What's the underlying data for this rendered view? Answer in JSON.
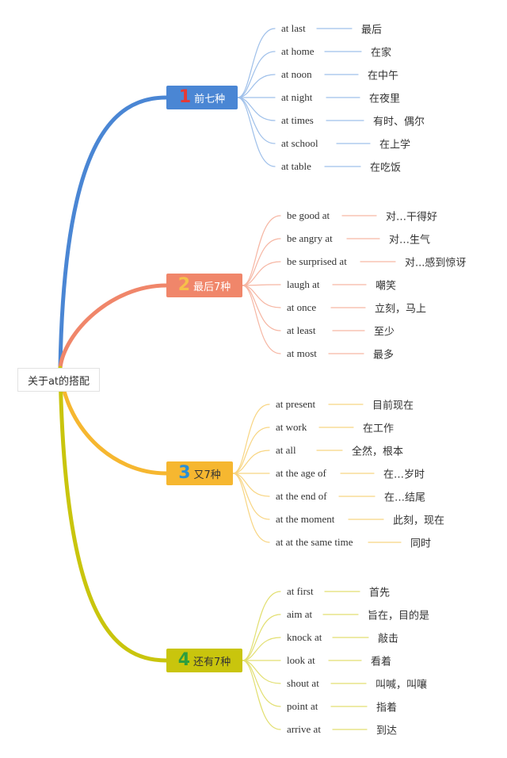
{
  "root": {
    "label": "关于at的搭配"
  },
  "branches": [
    {
      "num": "1",
      "label": "前七种",
      "color": "#4a86d4",
      "leafColor": "#9fc0ea",
      "items": [
        {
          "en": "at last",
          "zh": "最后"
        },
        {
          "en": "at home",
          "zh": "在家"
        },
        {
          "en": "at noon",
          "zh": "在中午"
        },
        {
          "en": "at night",
          "zh": "在夜里"
        },
        {
          "en": "at times",
          "zh": "有时、偶尔"
        },
        {
          "en": "at school",
          "zh": "在上学"
        },
        {
          "en": "at table",
          "zh": "在吃饭"
        }
      ]
    },
    {
      "num": "2",
      "label": "最后7种",
      "color": "#f0866a",
      "leafColor": "#f6b6a3",
      "items": [
        {
          "en": "be good at",
          "zh": "对…干得好"
        },
        {
          "en": "be angry at",
          "zh": "对…生气"
        },
        {
          "en": "be surprised at",
          "zh": "对...感到惊讶"
        },
        {
          "en": "laugh at",
          "zh": "嘲笑"
        },
        {
          "en": "at once",
          "zh": "立刻，马上"
        },
        {
          "en": "at  least",
          "zh": "至少"
        },
        {
          "en": "at most",
          "zh": "最多"
        }
      ]
    },
    {
      "num": "3",
      "label": "又7种",
      "color": "#f6b730",
      "leafColor": "#f8d582",
      "items": [
        {
          "en": "at present",
          "zh": "目前现在"
        },
        {
          "en": "at work",
          "zh": "在工作"
        },
        {
          "en": "at all",
          "zh": "全然，根本"
        },
        {
          "en": "at the age of",
          "zh": "在…岁时"
        },
        {
          "en": "at the end of",
          "zh": "在…结尾"
        },
        {
          "en": "at the moment",
          "zh": "此刻，现在"
        },
        {
          "en": "at at the same time",
          "zh": "同时"
        }
      ]
    },
    {
      "num": "4",
      "label": "还有7种",
      "color": "#c9c50d",
      "leafColor": "#e2df70",
      "items": [
        {
          "en": "at first",
          "zh": "首先"
        },
        {
          "en": "aim at",
          "zh": "旨在，目的是"
        },
        {
          "en": "knock at",
          "zh": "敲击"
        },
        {
          "en": "look at",
          "zh": "看着"
        },
        {
          "en": "shout at",
          "zh": "叫喊，叫嚷"
        },
        {
          "en": "point at",
          "zh": "指着"
        },
        {
          "en": "arrive at",
          "zh": "到达"
        }
      ]
    }
  ]
}
